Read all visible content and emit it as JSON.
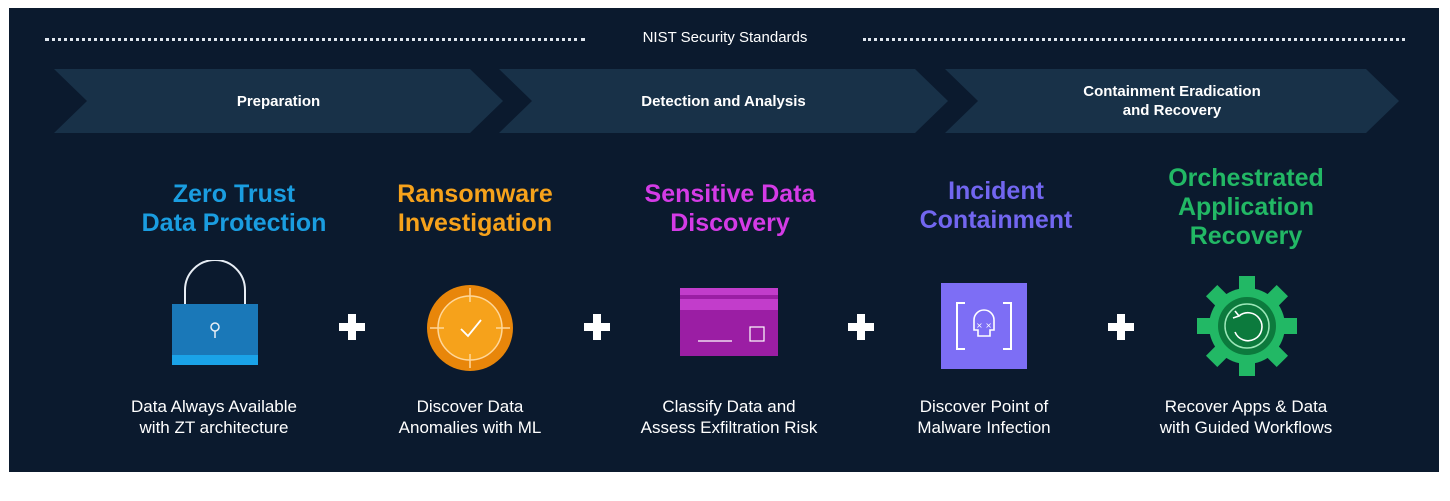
{
  "header": {
    "title": "NIST Security Standards"
  },
  "phases": [
    {
      "label": "Preparation"
    },
    {
      "label": "Detection and Analysis"
    },
    {
      "label": "Containment Eradication\nand Recovery"
    }
  ],
  "columns": [
    {
      "title": "Zero Trust\nData Protection",
      "color": "#1a9de0",
      "icon": "padlock-icon",
      "description": "Data Always Available\nwith ZT architecture"
    },
    {
      "title": "Ransomware\nInvestigation",
      "color": "#f6a21b",
      "icon": "target-check-icon",
      "description": "Discover Data\nAnomalies with ML"
    },
    {
      "title": "Sensitive Data\nDiscovery",
      "color": "#d43be6",
      "icon": "credit-card-icon",
      "description": "Classify Data and\nAssess Exfiltration Risk"
    },
    {
      "title": "Incident\nContainment",
      "color": "#7266f0",
      "icon": "skull-brackets-icon",
      "description": "Discover Point of\nMalware Infection"
    },
    {
      "title": "Orchestrated\nApplication\nRecovery",
      "color": "#22b865",
      "icon": "gear-recovery-icon",
      "description": "Recover Apps & Data\nwith Guided Workflows"
    }
  ],
  "colors": {
    "background": "#0b1a2e",
    "phase_fill": "#183148",
    "text": "#ffffff"
  }
}
